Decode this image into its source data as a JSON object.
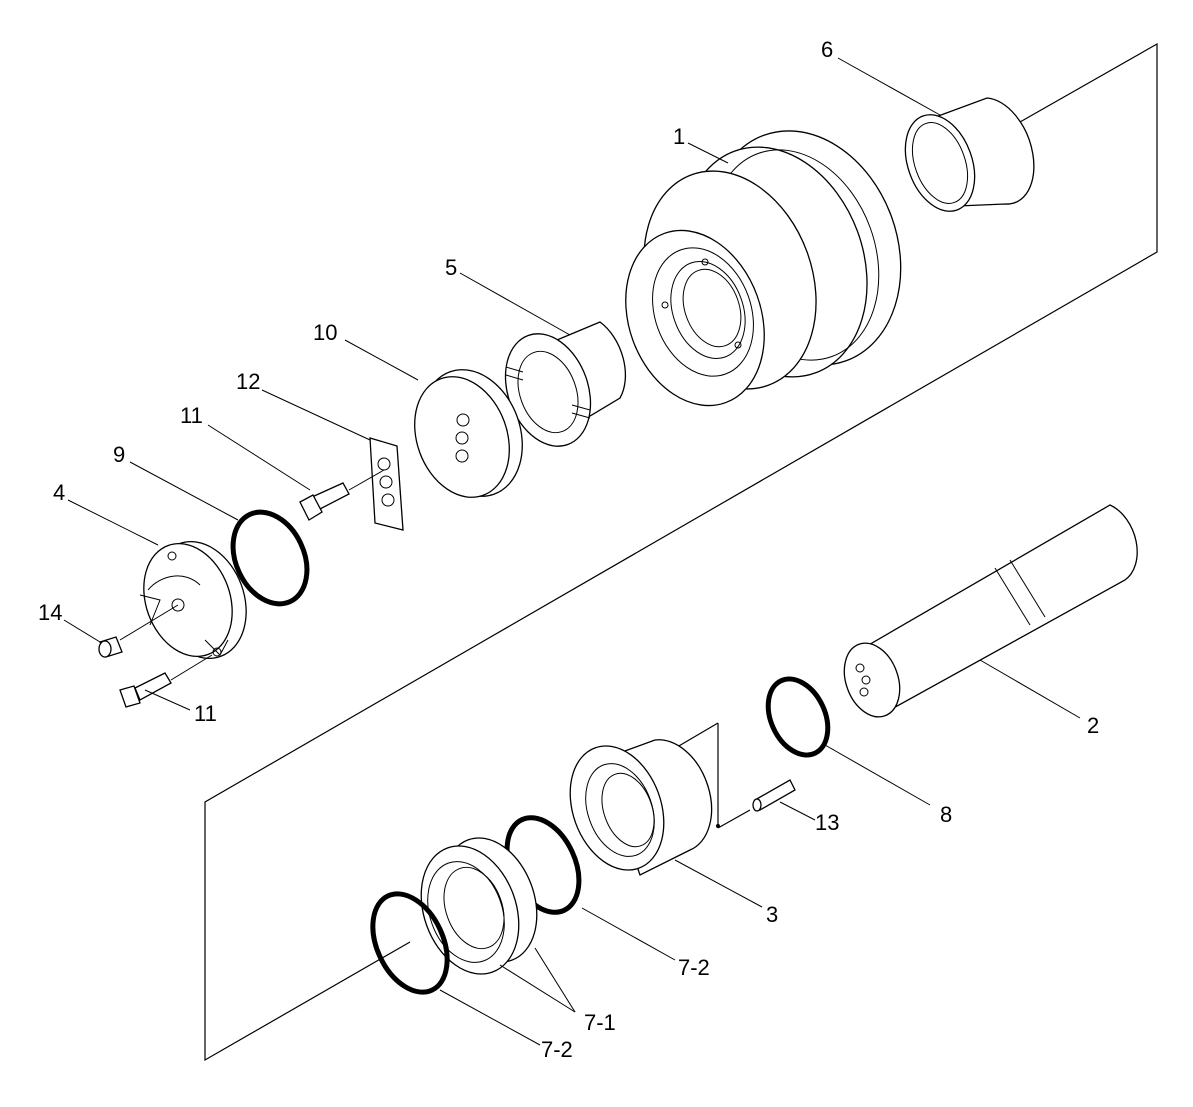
{
  "diagram": {
    "callouts": {
      "p1": "1",
      "p2": "2",
      "p3": "3",
      "p4": "4",
      "p5": "5",
      "p6": "6",
      "p7_1": "7-1",
      "p7_2_upper": "7-2",
      "p7_2_lower": "7-2",
      "p8": "8",
      "p9": "9",
      "p10": "10",
      "p11_upper": "11",
      "p11_lower": "11",
      "p12": "12",
      "p13": "13",
      "p14": "14"
    }
  }
}
